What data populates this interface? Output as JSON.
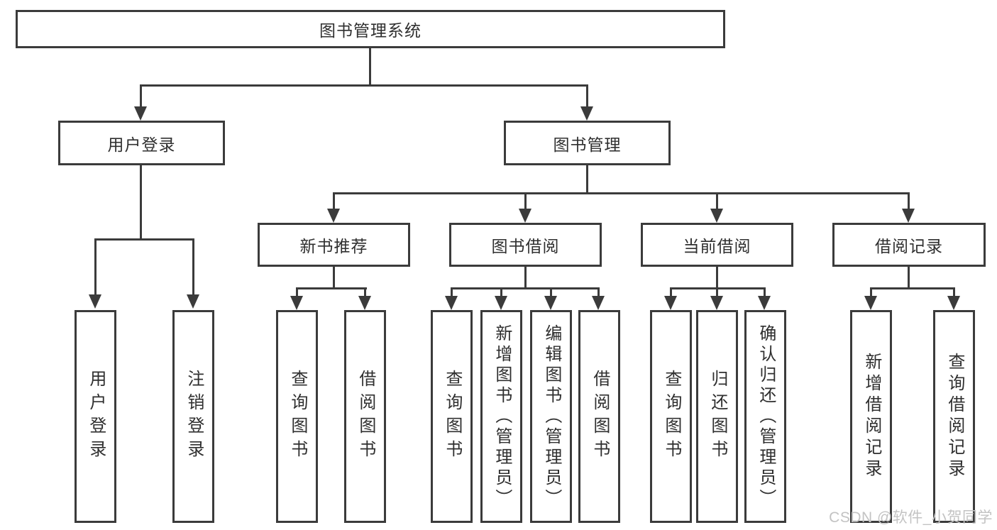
{
  "diagram_title": "图书管理系统",
  "tree": {
    "label": "图书管理系统",
    "children": [
      {
        "label": "用户登录",
        "children": [
          {
            "label": "用户登录"
          },
          {
            "label": "注销登录"
          }
        ]
      },
      {
        "label": "图书管理",
        "children": [
          {
            "label": "新书推荐",
            "children": [
              {
                "label": "查询图书"
              },
              {
                "label": "借阅图书"
              }
            ]
          },
          {
            "label": "图书借阅",
            "children": [
              {
                "label": "查询图书"
              },
              {
                "label": "新增图书（管理员）"
              },
              {
                "label": "编辑图书（管理员）"
              },
              {
                "label": "借阅图书"
              }
            ]
          },
          {
            "label": "当前借阅",
            "children": [
              {
                "label": "查询图书"
              },
              {
                "label": "归还图书"
              },
              {
                "label": "确认归还（管理员）"
              }
            ]
          },
          {
            "label": "借阅记录",
            "children": [
              {
                "label": "新增借阅记录"
              },
              {
                "label": "查询借阅记录"
              }
            ]
          }
        ]
      }
    ]
  },
  "watermark": {
    "text": "CSDN @软件_小贺同学"
  },
  "colors": {
    "line": "#3b3b3b",
    "text": "#2f2f2f",
    "box_fill": "#ffffff",
    "watermark": "#c3c3c3",
    "background": "#ffffff"
  }
}
